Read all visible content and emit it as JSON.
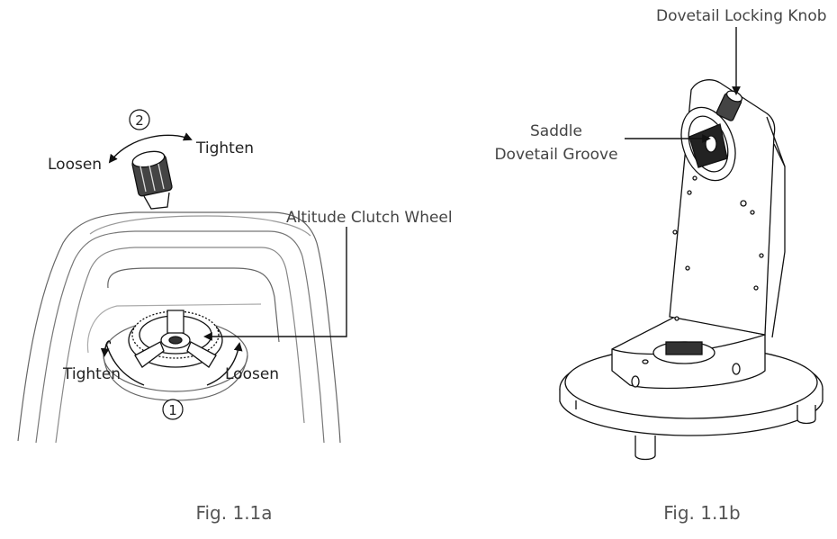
{
  "figure_a": {
    "caption": "Fig. 1.1a",
    "step_1": "1",
    "step_2": "2",
    "loosen_top": "Loosen",
    "tighten_top": "Tighten",
    "tighten_bottom": "Tighten",
    "loosen_bottom": "Loosen",
    "clutch_label": "Altitude Clutch Wheel"
  },
  "figure_b": {
    "caption": "Fig. 1.1b",
    "knob_label": "Dovetail Locking Knob",
    "saddle_label_line1": "Saddle",
    "saddle_label_line2": "Dovetail Groove"
  }
}
